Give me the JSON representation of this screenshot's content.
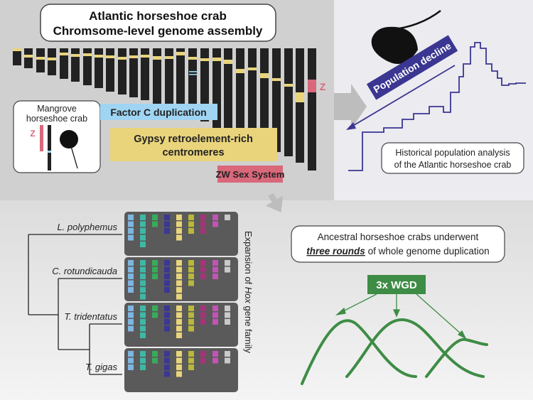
{
  "title": {
    "line1": "Atlantic horseshoe crab",
    "line2": "Chromsome-level genome assembly"
  },
  "labels": {
    "z_chrom": "Z",
    "factor_c": "Factor C duplication",
    "gypsy_line1": "Gypsy retroelement-rich",
    "gypsy_line2": "centromeres",
    "zw": "ZW Sex System",
    "population_decline": "Population decline",
    "historical_line1": "Historical population analysis",
    "historical_line2": "of the Atlantic horseshoe crab",
    "wgd_line1": "Ancestral horseshoe crabs underwent",
    "wgd_line2_bold": "three rounds",
    "wgd_line2_rest": " of whole genome duplication",
    "wgd_badge": "3x WGD"
  },
  "mangrove": {
    "line1": "Mangrove",
    "line2": "horseshoe crab",
    "z": "Z"
  },
  "species": [
    "L. polyphemus",
    "C. rotundicauda",
    "T. tridentatus",
    "T. gigas"
  ],
  "hox_label": {
    "pre": "Expansion of ",
    "italic": "Hox",
    "post": " gene family"
  },
  "colors": {
    "panel_gray": "#cfcfcf",
    "panel_light": "#e9e9ee",
    "chromosome": "#222222",
    "gypsy_yellow": "#e9d47c",
    "factor_blue": "#9fd4f2",
    "zw_pink": "#d9687a",
    "decline_navy": "#3b3692",
    "wgd_green": "#3e8c45"
  }
}
